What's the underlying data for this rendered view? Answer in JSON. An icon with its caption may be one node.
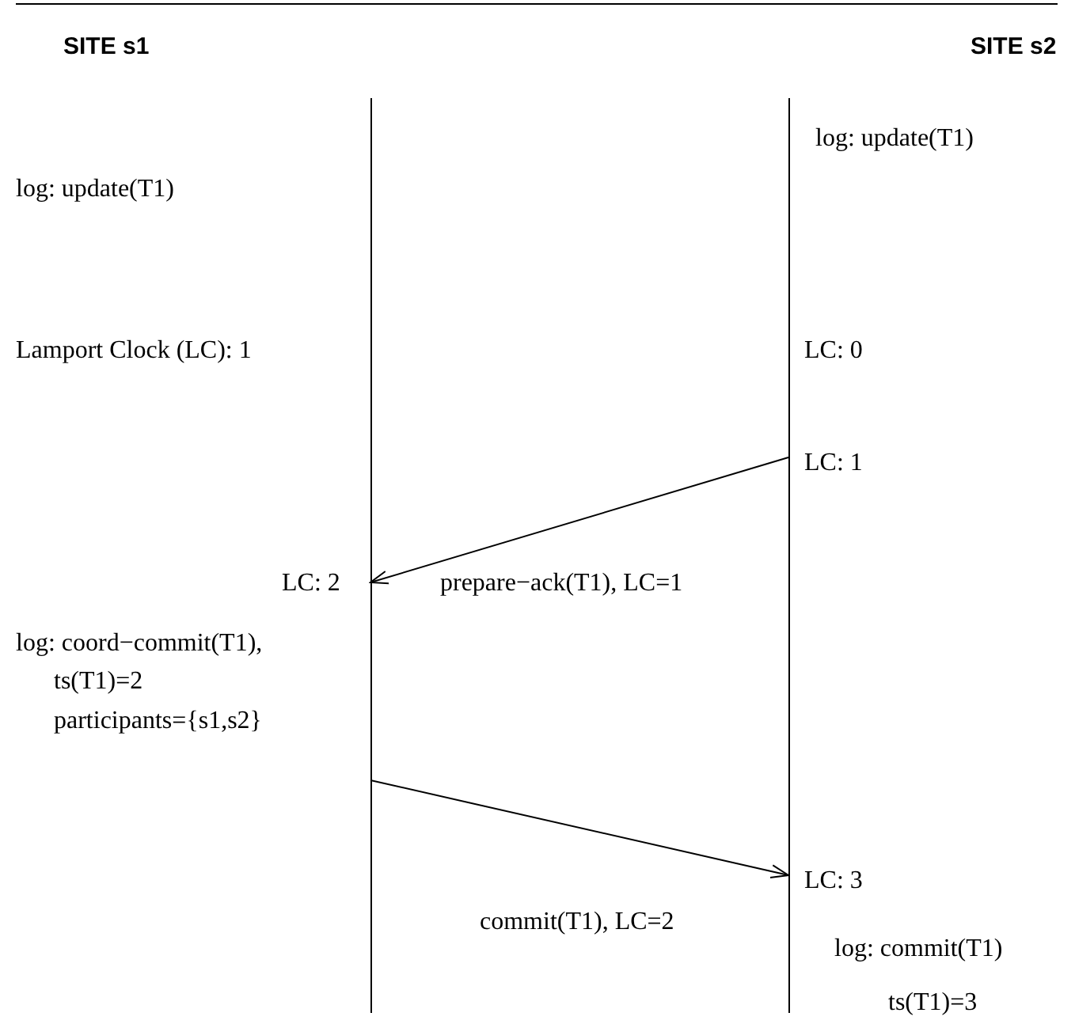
{
  "diagram": {
    "nodes": [
      {
        "text": [],
        "shape": "bar"
      },
      {
        "text": [],
        "shape": "bar"
      }
    ],
    "edges": [
      {
        "from": 1,
        "to": 0,
        "arrow": "to",
        "label": "prepare−ack(T1), LC=1"
      },
      {
        "from": 0,
        "to": 1,
        "arrow": "to",
        "label": "commit(T1), LC=2"
      }
    ],
    "labels": [
      "SITE s1",
      "SITE s2",
      "log: update(T1)",
      "log: update(T1)",
      "Lamport Clock (LC): 1",
      "LC: 0",
      "LC: 1",
      "LC: 2",
      "log: coord−commit(T1),",
      "ts(T1)=2",
      "participants={s1,s2}",
      "LC: 3",
      "log: commit(T1)",
      "ts(T1)=3"
    ]
  }
}
